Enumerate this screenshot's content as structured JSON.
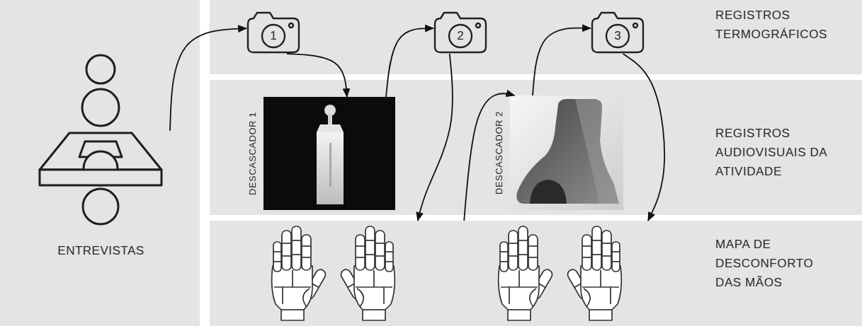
{
  "diagram": {
    "nodes": [
      {
        "text": [
          "ENTREVISTAS"
        ]
      },
      {
        "text": [
          "REGISTROS TERMOGRÁFICOS"
        ]
      },
      {
        "text": [
          "1"
        ],
        "in": 1
      },
      {
        "text": [
          "2"
        ],
        "in": 1
      },
      {
        "text": [
          "3"
        ],
        "in": 1
      },
      {
        "text": [
          "REGISTROS AUDIOVISUAIS DA ATIVIDADE"
        ]
      },
      {
        "text": [
          "DESCASCADOR 1"
        ],
        "in": 5
      },
      {
        "text": [
          "DESCASCADOR 2"
        ],
        "in": 5
      },
      {
        "text": [
          "MAPA DE DESCONFORTO DAS MÃOS"
        ]
      }
    ],
    "edges": [
      {
        "from": 0,
        "to": 2,
        "arrow": "to"
      },
      {
        "from": 2,
        "to": 6,
        "arrow": "to"
      },
      {
        "from": 6,
        "to": 3,
        "arrow": "to"
      },
      {
        "from": 3,
        "to": 8,
        "arrow": "to"
      },
      {
        "from": 8,
        "to": 7,
        "arrow": "to"
      },
      {
        "from": 7,
        "to": 4,
        "arrow": "to"
      },
      {
        "from": 4,
        "to": 8,
        "arrow": "to"
      }
    ]
  }
}
